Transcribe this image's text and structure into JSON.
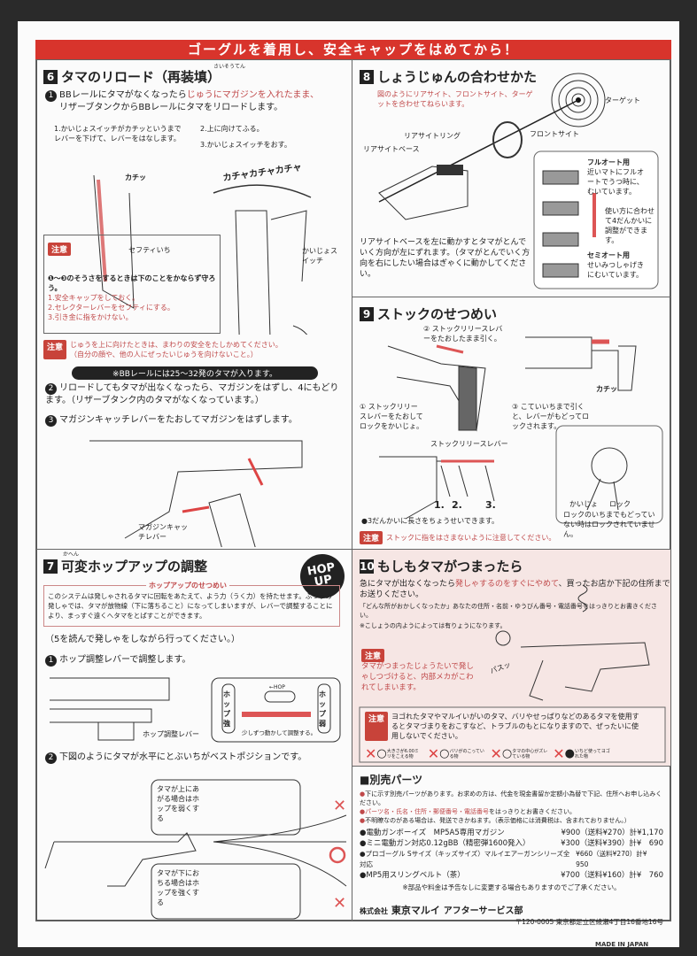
{
  "banner": "ゴーグルを着用し、安全キャップをはめてから！",
  "s6": {
    "num": "6",
    "title": "タマのリロード（再装填）",
    "ruby": "さいそうてん",
    "step1a": "BBレールにタマがなくなったら",
    "step1b": "じゅうにマガジンを入れたまま、",
    "step1c": "リザーブタンクからBBレールにタマをリロードします。",
    "sub1": "1.かいじょスイッチがカチッというまでレバーを下げて、レバーをはなします。",
    "sub2": "2.上に向けてふる。",
    "sub3": "3.かいじょスイッチをおす。",
    "kachi": "カチッ",
    "kachakacha": "カチャカチャカチャ",
    "switch": "かいじょスイッチ",
    "safety": "セフティいち",
    "warn": "注意",
    "note": "❶〜❸のそうさをするときは下のことをかならず守ろう。",
    "rules": [
      "1.安全キャップをしておく。",
      "2.セレクターレバーをセフティにする。",
      "3.引き金に指をかけない。"
    ],
    "warn2a": "じゅうを上に向けたときは、まわりの安全をたしかめてください。",
    "warn2b": "（自分の顔や、他の人にぜったいじゅうを向けないこと。）",
    "bar": "※BBレールには25〜32発のタマが入ります。",
    "step2": "リロードしてもタマが出なくなったら、マガジンをはずし、4にもどります。（リザーブタンク内のタマがなくなっています。）",
    "step3": "マガジンキャッチレバーをたおしてマガジンをはずします。",
    "maglabel": "マガジンキャッチレバー"
  },
  "s8": {
    "num": "8",
    "title": "しょうじゅんの合わせかた",
    "lead": "図のようにリアサイト、フロントサイト、ターゲットを合わせてねらいます。",
    "target": "ターゲット",
    "front": "フロントサイト",
    "ring": "リアサイトリング",
    "base": "リアサイトベース",
    "full": "フルオート用",
    "fulld": "近いマトにフルオートでうつ時に、むいています。",
    "adj": "使い方に合わせて4だんかいに調整ができます。",
    "semi": "セミオート用",
    "semid": "せいみつしゃげきにむいています。",
    "body": "リアサイトベースを左に動かすとタマがとんでいく方向が左にずれます。（タマがとんでいく方向を右にしたい場合はぎゃくに動かしてください。"
  },
  "s9": {
    "num": "9",
    "title": "ストックのせつめい",
    "c2": "② ストックリリースレバーをたおしたまま引く。",
    "c1": "① ストックリリースレバーをたおしてロックをかいじょ。",
    "c3": "③ こていいちまで引くと、レバーがもどってロックされます。",
    "lever": "ストックリリースレバー",
    "kachi": "カチッ",
    "pos": [
      "1.",
      "2.",
      "3."
    ],
    "release": "かいじょ",
    "lock": "ロック",
    "locknote": "ロックのいちまでもどっていない時はロックされていません。",
    "note": "●3だんかいに長さをちょうせいできます。",
    "warn": "注意",
    "warntext": "ストックに指をはさまないように注意してください。"
  },
  "s7": {
    "num": "7",
    "title": "可変ホップアップの調整",
    "ruby": "かへん",
    "logo": "HOP UP",
    "boxtitle": "ホップアップのせつめい",
    "boxtext": "このシステムは発しゃされるタマに回転をあたえて、よう力（うく力）を持たせます。ふつうの発しゃでは、タマが放物線（下に落ちること）になってしまいますが、レバーで調整することにより、まっすぐ遠くへタマをとばすことができます。",
    "read": "（5を読んで発しゃをしながら行ってください。）",
    "step1": "ホップ調整レバーで調整します。",
    "leverlabel": "ホップ調整レバー",
    "strong": "ホップ強",
    "weak": "ホップ弱",
    "hop": "←HOP",
    "slide": "少しずつ動かして調整する。",
    "step2": "下図のようにタマが水平にとぶいちがベストポジションです。",
    "up": "タマが上にあがる場合はホップを弱くする",
    "down": "タマが下におちる場合はホップを強くする"
  },
  "s10": {
    "num": "10",
    "title": "もしもタマがつまったら",
    "l1a": "急にタマが出なくなったら",
    "l1b": "発しゃするのをすぐにやめて",
    "l1c": "、買ったお店か下記の住所までお送りください。",
    "l2": "「どんな所がおかしくなったか」あなたの住所・名前・ゆうびん番号・電話番号をはっきりとお書きください。",
    "l3": "※こしょうの内ようによっては有りょうになります。",
    "warn": "注意",
    "wtext": "タマがつまったじょうたいで発しゃしつづけると、内部メカがこわれてしまいます。",
    "pasu": "パスッ",
    "w2": "ヨゴれたタマやマルイいがいのタマ、バリやせっぱりなどのあるタマを使用するとタマづまりをおこすなど、トラブルのもとになりますので、ぜったいに使用しないでください。",
    "bad": [
      "大きさが6.00ミリをこえる物",
      "バリがのこっている物",
      "タマの中心がズレている物",
      "いちど使ってヨゴれた物"
    ],
    "bg": "#f6e6e4"
  },
  "parts": {
    "title": "■別売パーツ",
    "n1": "下に示す別売パーツがあります。お求めの方は、代金を現金書留か定額小為替で下記、住所へお申し込みください。",
    "n2a": "パーツ名・氏名・住所・郵便番号・電話番号",
    "n2b": "をはっきりとお書きください。",
    "n3": "不明瞭なのがある場合は、発送できかねます。（表示価格には消費税は、含まれておりません。）",
    "items": [
      {
        "name": "●電動ガンボーイズ　MP5A5専用マガジン",
        "price": "¥900（送料¥270）計¥1,170"
      },
      {
        "name": "●ミニ電動ガン対応0.12gBB（精密弾1600発入）",
        "price": "¥300（送料¥390）計¥　690"
      },
      {
        "name": "●プロゴーグル Sサイズ（キッズサイズ）マルイエアーガンシリーズ全対応",
        "price": "¥660（送料¥270）計¥　950"
      },
      {
        "name": "●MP5用スリングベルト（茶）",
        "price": "¥700（送料¥160）計¥　760"
      }
    ],
    "foot": "※部品や料金は予告なしに変更する場合もありますのでご了承ください。",
    "company_pre": "株式会社",
    "company": "東京マルイ",
    "dept": "アフターサービス部",
    "address": "〒120-0005 東京都足立区綾瀬4丁目16番地16号"
  },
  "made": "MADE IN JAPAN",
  "colors": {
    "accent": "#d8342c",
    "text": "#222222"
  }
}
